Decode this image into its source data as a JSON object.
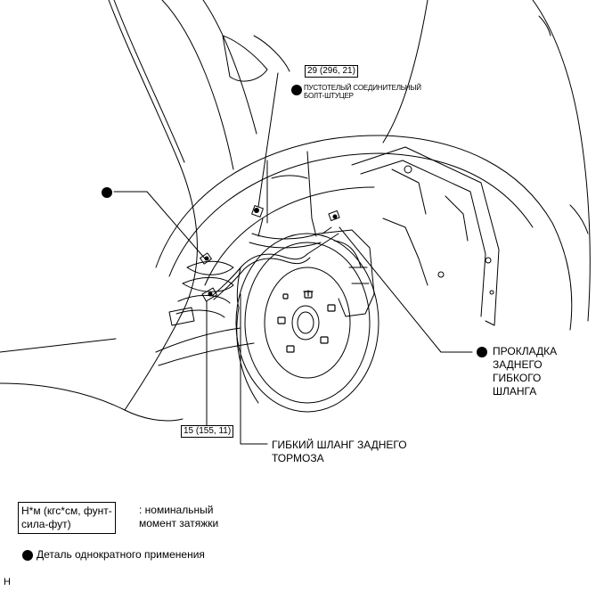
{
  "callouts": {
    "torque_top": "29 (296, 21)",
    "torque_bottom": "15 (155, 11)",
    "union_bolt": "ПУСТОТЕЛЫЙ СОЕДИНИТЕЛЬНЫЙ\nБОЛТ-ШТУЦЕР",
    "gasket": "ПРОКЛАДКА\nЗАДНЕГО\nГИБКОГО\nШЛАНГА",
    "flex_hose": "ГИБКИЙ ШЛАНГ ЗАДНЕГО\nТОРМОЗА"
  },
  "legend": {
    "torque_units": "Н*м (кгс*см, фунт-\nсила-фут)",
    "torque_desc": ": номинальный\nмомент затяжки",
    "non_reusable": "Деталь однократного применения"
  },
  "footer_code": "H",
  "colors": {
    "line": "#000000",
    "bg": "#ffffff"
  }
}
